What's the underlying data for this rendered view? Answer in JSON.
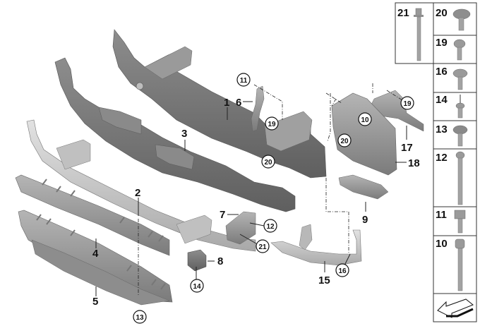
{
  "diagram": {
    "title": "Front bumper carrier / reinforcement parts diagram",
    "part_labels": [
      {
        "id": "1",
        "text": "1"
      },
      {
        "id": "2",
        "text": "2"
      },
      {
        "id": "3",
        "text": "3"
      },
      {
        "id": "4",
        "text": "4"
      },
      {
        "id": "5",
        "text": "5"
      },
      {
        "id": "6",
        "text": "6"
      },
      {
        "id": "7",
        "text": "7"
      },
      {
        "id": "8",
        "text": "8"
      },
      {
        "id": "9",
        "text": "9"
      },
      {
        "id": "15",
        "text": "15"
      },
      {
        "id": "17",
        "text": "17"
      },
      {
        "id": "18",
        "text": "18"
      }
    ],
    "callouts": [
      {
        "text": "11"
      },
      {
        "text": "19"
      },
      {
        "text": "20"
      },
      {
        "text": "10"
      },
      {
        "text": "19"
      },
      {
        "text": "20"
      },
      {
        "text": "12"
      },
      {
        "text": "21"
      },
      {
        "text": "16"
      },
      {
        "text": "14"
      },
      {
        "text": "13"
      }
    ],
    "fastener_grid": [
      {
        "number": "21",
        "type": "long flange bolt"
      },
      {
        "number": "20",
        "type": "flange hex bolt"
      },
      {
        "number": "19",
        "type": "torx flange screw"
      },
      {
        "number": "16",
        "type": "torx flange screw"
      },
      {
        "number": "14",
        "type": "expanding rivet"
      },
      {
        "number": "13",
        "type": "washer-faced screw"
      },
      {
        "number": "12",
        "type": "long hex bolt"
      },
      {
        "number": "11",
        "type": "hex bolt"
      },
      {
        "number": "10",
        "type": "socket hex bolt"
      }
    ],
    "orientation_icon": "direction-arrow-icon"
  }
}
